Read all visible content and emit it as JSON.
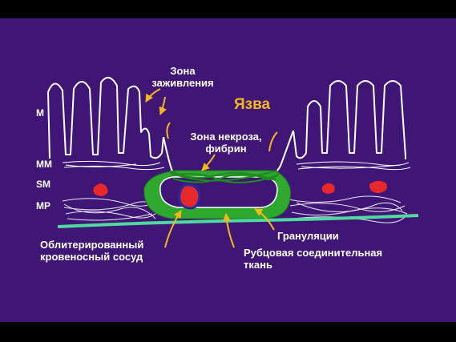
{
  "title": "Язва",
  "colors": {
    "background": "#3f1676",
    "frame": "#000000",
    "title": "#f4b81c",
    "label_text": "#ffffff",
    "arrows": "#f4b81c",
    "granulation": "#2ea82e",
    "fibrin": "#1f8a1f",
    "vessels": "#e8282a",
    "vessel_outline": "#2a2aa0",
    "muscularis_line": "#4fd8a0",
    "mucosa_lines": "#ffffff"
  },
  "layers": {
    "m": "M",
    "mm": "MM",
    "sm": "SM",
    "mp": "MP"
  },
  "labels": {
    "healing_zone": [
      "Зона",
      "заживления"
    ],
    "necrosis_zone": [
      "Зона некроза,",
      "фибрин"
    ],
    "obliterated_vessel": [
      "Облитерированный",
      "кровеносный сосуд"
    ],
    "granulations": "Грануляции",
    "scar_tissue": [
      "Рубцовая соединительная",
      "ткань"
    ]
  }
}
